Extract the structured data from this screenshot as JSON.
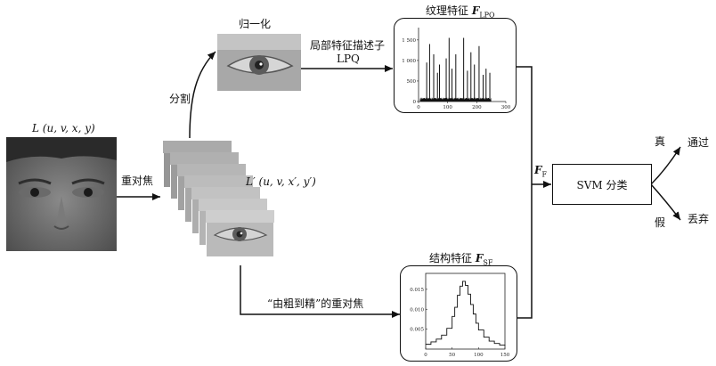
{
  "face": {
    "label": "L (u, v, x, y)"
  },
  "refocus_label": "重对焦",
  "stack": {
    "label": "L′ (u, v, x′, y′)",
    "frame_count": 7
  },
  "segment_label": "分割",
  "normalize_label": "归一化",
  "lpq_label_line1": "局部特征描述子",
  "lpq_label_line2": "LPQ",
  "texture": {
    "title_text": "纹理特征 ",
    "title_sym": "F",
    "title_sub": "LPQ",
    "y_ticks": [
      "1 500",
      "1 000",
      "500",
      "0"
    ],
    "x_ticks": [
      "0",
      "100",
      "200",
      "300"
    ]
  },
  "structure": {
    "title_text": "结构特征 ",
    "title_sym": "F",
    "title_sub": "SF",
    "y_ticks": [
      "0.015",
      "0.010",
      "0.005"
    ],
    "x_ticks": [
      "0",
      "50",
      "100",
      "150"
    ]
  },
  "coarse_fine_label": "“由粗到精”的重对焦",
  "fusion": {
    "sym": "F",
    "sub": "F"
  },
  "svm_label": "SVM 分类",
  "true_label": "真",
  "pass_label": "通过",
  "false_label": "假",
  "reject_label": "丢弃",
  "chart_data": [
    {
      "type": "bar",
      "x_range": [
        0,
        300
      ],
      "y_range": [
        0,
        1800
      ],
      "peaks": [
        {
          "x": 28,
          "y": 950
        },
        {
          "x": 38,
          "y": 1400
        },
        {
          "x": 52,
          "y": 1150
        },
        {
          "x": 65,
          "y": 700
        },
        {
          "x": 72,
          "y": 900
        },
        {
          "x": 95,
          "y": 1050
        },
        {
          "x": 105,
          "y": 1550
        },
        {
          "x": 115,
          "y": 800
        },
        {
          "x": 128,
          "y": 1150
        },
        {
          "x": 155,
          "y": 1550
        },
        {
          "x": 168,
          "y": 750
        },
        {
          "x": 180,
          "y": 1200
        },
        {
          "x": 192,
          "y": 900
        },
        {
          "x": 208,
          "y": 1350
        },
        {
          "x": 222,
          "y": 650
        },
        {
          "x": 232,
          "y": 800
        },
        {
          "x": 245,
          "y": 700
        }
      ]
    },
    {
      "type": "line",
      "x_range": [
        0,
        150
      ],
      "y_range": [
        0,
        0.019
      ],
      "x": [
        0,
        10,
        20,
        30,
        40,
        50,
        55,
        60,
        65,
        70,
        75,
        80,
        85,
        90,
        95,
        100,
        110,
        120,
        130,
        140,
        150
      ],
      "y": [
        0.0012,
        0.0018,
        0.0025,
        0.0035,
        0.0052,
        0.0082,
        0.0105,
        0.0135,
        0.0158,
        0.017,
        0.016,
        0.0138,
        0.0112,
        0.0088,
        0.0065,
        0.0048,
        0.003,
        0.002,
        0.0014,
        0.001,
        0.0008
      ]
    }
  ]
}
